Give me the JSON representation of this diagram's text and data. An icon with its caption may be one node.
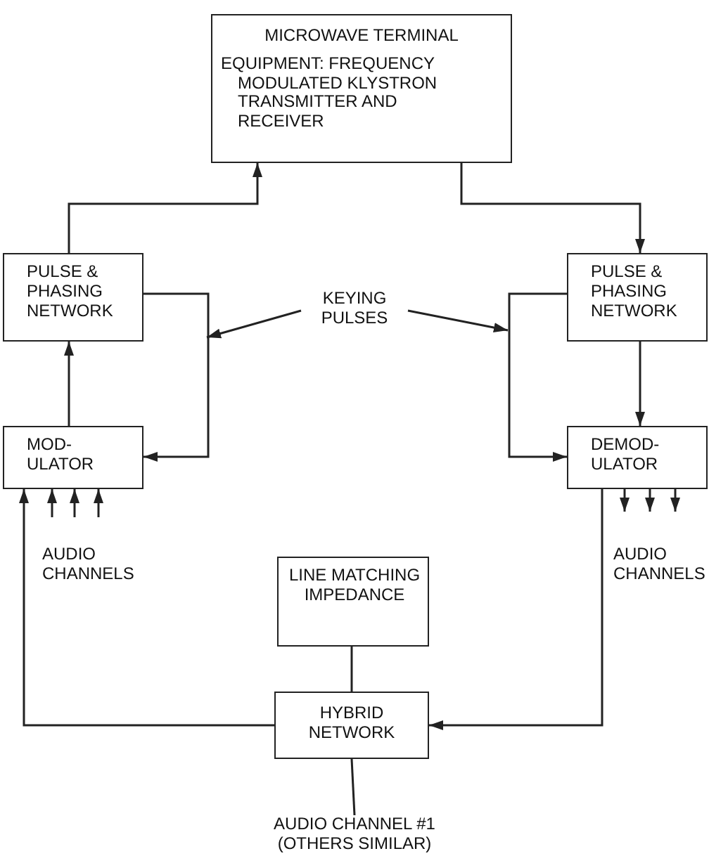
{
  "diagram": {
    "nodes": [
      {
        "text": [
          "MICROWAVE TERMINAL",
          "EQUIPMENT: FREQUENCY MODULATED KLYSTRON TRANSMITTER AND RECEIVER"
        ]
      },
      {
        "text": [
          "PULSE & PHASING NETWORK"
        ]
      },
      {
        "text": [
          "PULSE & PHASING NETWORK"
        ]
      },
      {
        "text": [
          "KEYING PULSES"
        ]
      },
      {
        "text": [
          "MOD- ULATOR"
        ]
      },
      {
        "text": [
          "DEMOD- ULATOR"
        ]
      },
      {
        "text": [
          "LINE MATCHING IMPEDANCE"
        ]
      },
      {
        "text": [
          "HYBRID NETWORK"
        ]
      },
      {
        "text": [
          "AUDIO CHANNEL #1 (OTHERS SIMILAR)"
        ]
      }
    ],
    "edges": [
      {
        "from": 1,
        "to": 0,
        "arrow": "to"
      },
      {
        "from": 0,
        "to": 2,
        "arrow": "to"
      },
      {
        "from": 4,
        "to": 1,
        "arrow": "to"
      },
      {
        "from": 1,
        "to": 4,
        "arrow": "to"
      },
      {
        "from": 2,
        "to": 5,
        "arrow": "to"
      },
      {
        "from": 2,
        "to": 5,
        "arrow": "to"
      },
      {
        "from": 3,
        "to": null,
        "arrow": "to"
      },
      {
        "from": 3,
        "to": null,
        "arrow": "to"
      },
      {
        "from": 7,
        "to": 4,
        "arrow": "to"
      },
      {
        "from": 5,
        "to": 7,
        "arrow": "to"
      },
      {
        "from": 6,
        "to": 7,
        "arrow": "none"
      },
      {
        "from": 7,
        "to": 8,
        "arrow": "none"
      },
      {
        "from": null,
        "to": 4,
        "arrow": "to"
      },
      {
        "from": null,
        "to": 4,
        "arrow": "to"
      },
      {
        "from": null,
        "to": 4,
        "arrow": "to"
      },
      {
        "from": 5,
        "to": null,
        "arrow": "to"
      },
      {
        "from": 5,
        "to": null,
        "arrow": "to"
      },
      {
        "from": 5,
        "to": null,
        "arrow": "to"
      }
    ],
    "labels": [
      "AUDIO CHANNELS",
      "AUDIO CHANNELS"
    ]
  }
}
